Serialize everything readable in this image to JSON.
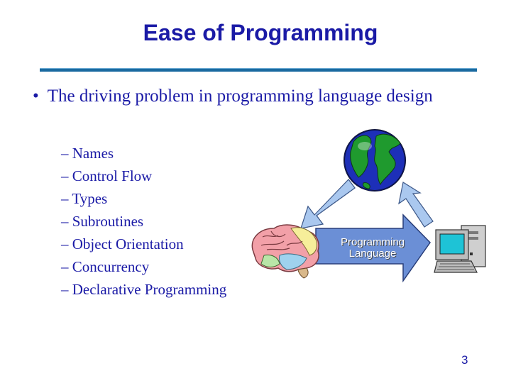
{
  "slide": {
    "title": "Ease of Programming",
    "bullet_marker": "•",
    "bullet": "The driving problem in programming language design",
    "subitems": [
      "– Names",
      "– Control Flow",
      "– Types",
      "– Subroutines",
      "– Object Orientation",
      "– Concurrency",
      "– Declarative Programming"
    ],
    "diagram_label": "Programming\nLanguage",
    "page_number": "3"
  },
  "icons": {
    "globe": "globe-icon",
    "brain": "brain-icon",
    "computer": "computer-icon"
  },
  "colors": {
    "text": "#1a1aa6",
    "rule": "#1a6aa0",
    "arrow": "#aac8ef"
  }
}
